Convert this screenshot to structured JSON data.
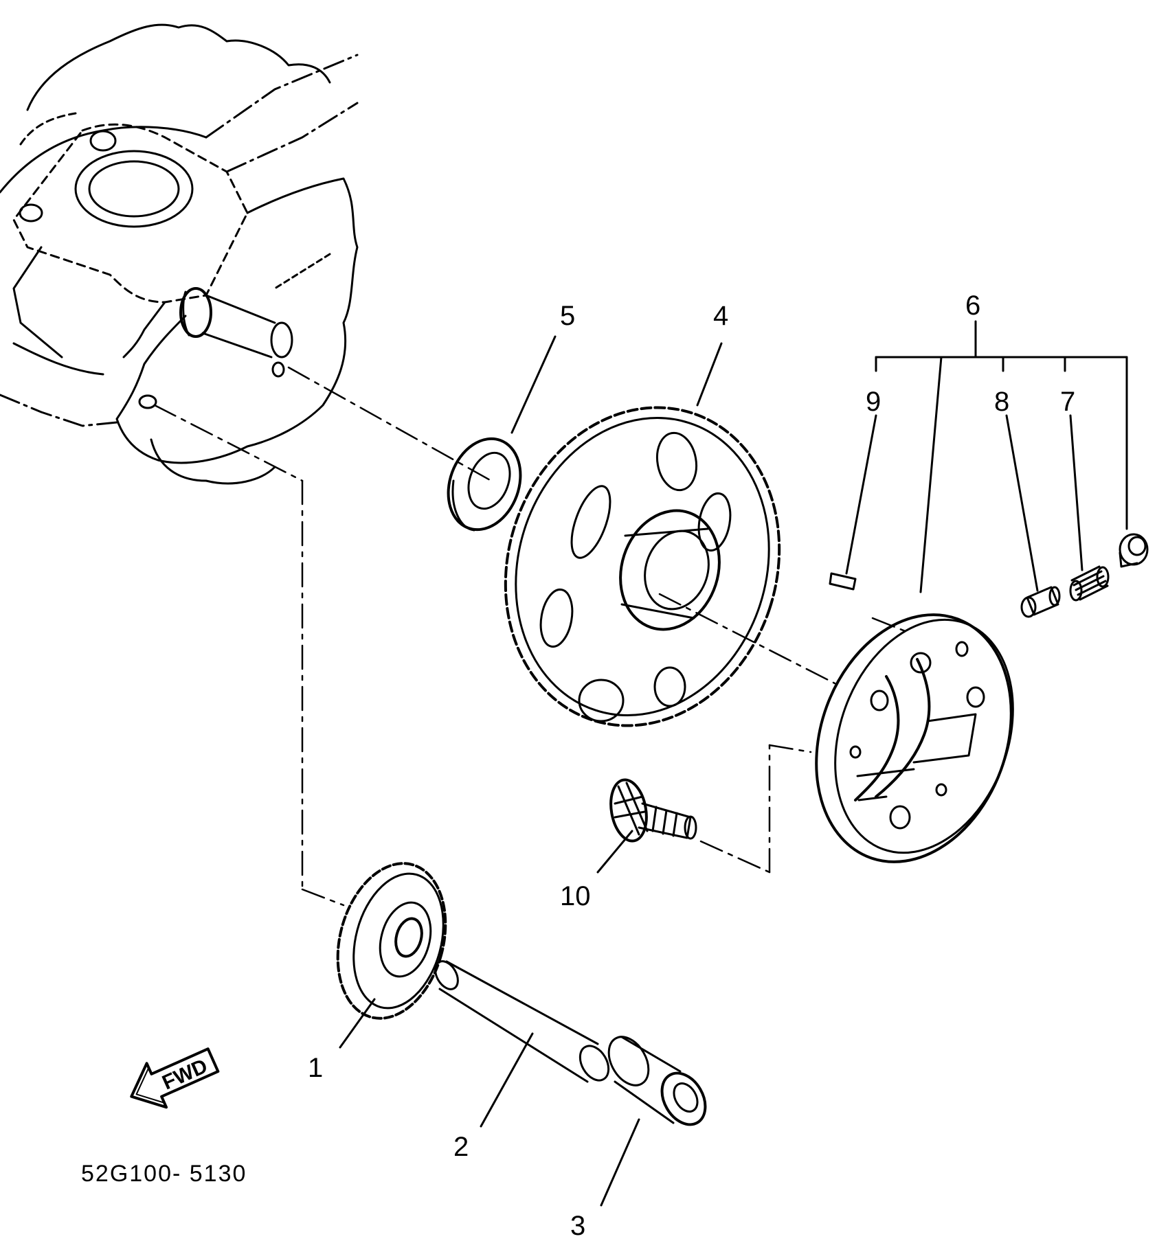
{
  "diagram": {
    "part_labels": {
      "p1": "1",
      "p2": "2",
      "p3": "3",
      "p4": "4",
      "p5": "5",
      "p6": "6",
      "p7": "7",
      "p8": "8",
      "p9": "9",
      "p10": "10"
    },
    "direction_arrow": {
      "text": "FWD",
      "icon": "forward-arrow-icon"
    },
    "diagram_code": "52G100- 5130",
    "colors": {
      "ink": "#000000",
      "paper": "#ffffff"
    }
  }
}
